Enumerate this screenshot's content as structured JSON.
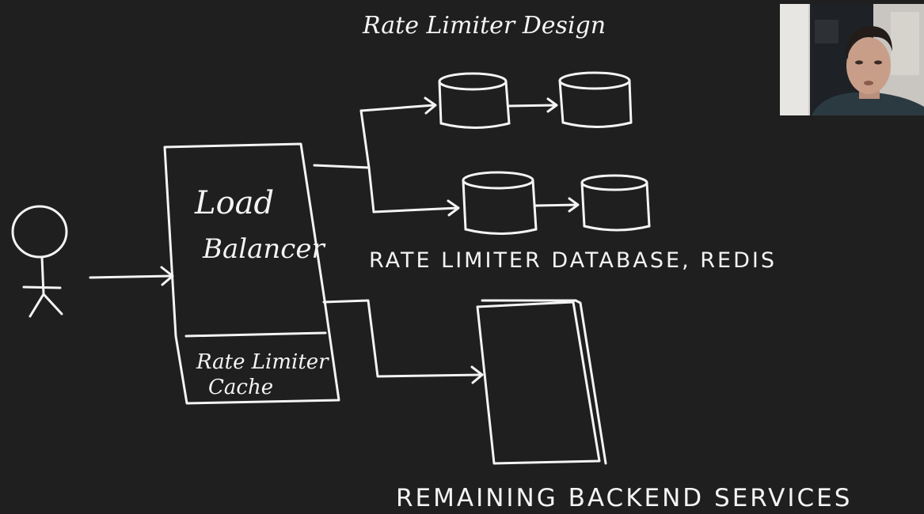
{
  "title": "Rate Limiter Design",
  "load_balancer": {
    "line1": "Load",
    "line2": "Balancer"
  },
  "cache": {
    "line1": "Rate Limiter",
    "line2": "Cache"
  },
  "database_label": "RATE LIMITER DATABASE, REDIS",
  "backend_label": "REMAINING BACKEND SERVICES",
  "icons": {
    "back": "chevron-left-icon",
    "user": "stick-figure-icon",
    "database": "database-cylinder-icon"
  },
  "colors": {
    "background": "#1f1f1f",
    "ink": "#f4f4f4"
  }
}
